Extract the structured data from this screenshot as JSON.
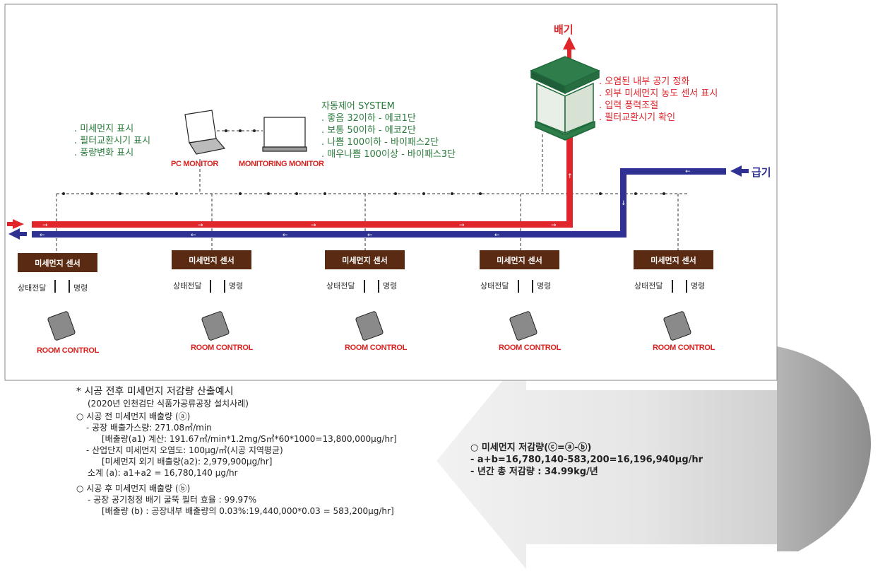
{
  "exhaust_label": "배기",
  "supply_label": "급기",
  "unit_notes": [
    ". 오염된 내부 공기 정화",
    ". 외부 미세먼지 농도 센서 표시",
    ". 입력 풍력조절",
    ". 필터교환시기 확인"
  ],
  "auto_control": {
    "title": "자동제어 SYSTEM",
    "levels": [
      ". 좋음  32이하 - 에코1단",
      ". 보통  50이하 - 에코2단",
      ". 나쁨 100이하 - 바이패스2단",
      ". 매우나쁨 100이상 - 바이패스3단"
    ]
  },
  "pc_notes": [
    ". 미세먼지 표시",
    ". 필터교환시기 표시",
    ". 풍량변화 표시"
  ],
  "pc_monitor_label": "PC MONITOR",
  "monitoring_monitor_label": "MONITORING MONITOR",
  "sensors": [
    {
      "label": "미세먼지 센서",
      "status": "상태전달",
      "command": "명령",
      "room": "ROOM CONTROL"
    },
    {
      "label": "미세먼지 센서",
      "status": "상태전달",
      "command": "명령",
      "room": "ROOM CONTROL"
    },
    {
      "label": "미세먼지 센서",
      "status": "상태전달",
      "command": "명령",
      "room": "ROOM CONTROL"
    },
    {
      "label": "미세먼지 센서",
      "status": "상태전달",
      "command": "명령",
      "room": "ROOM CONTROL"
    },
    {
      "label": "미세먼지 센서",
      "status": "상태전달",
      "command": "명령",
      "room": "ROOM CONTROL"
    }
  ],
  "calc": {
    "title": "* 시공 전후 미세먼지 저감량 산출예시",
    "subtitle": "(2020년 인천검단 식품가공류공장 설치사례)",
    "before_title": "○ 시공 전 미세먼지 배출량 (ⓐ)",
    "b1": "-  공장 배출가스량: 271.08㎥/min",
    "b1_detail": "[배출량(a1) 계산: 191.67㎥/min*1.2mg/S㎥*60*1000=13,800,000μg/hr]",
    "b2": "-  산업단지 미세먼지 오염도: 100μg/㎥(시공 지역평균)",
    "b2_detail": "[미세먼지 외기 배출량(a2): 2,979,900μg/hr]",
    "subtotal": "소계 (a): a1+a2 = 16,780,140 μg/hr",
    "after_title": "○ 시공 후 미세먼지 배출량 (ⓑ)",
    "a1": "- 공장 공기청정 배기 굴뚝 필터 효율 : 99.97%",
    "a1_detail": "[배출량 (b) : 공장내부 배출량의 0.03%:19,440,000*0.03 = 583,200μg/hr]"
  },
  "summary": {
    "title": "○ 미세먼지 저감량(ⓒ=ⓐ-ⓑ)",
    "line1": " - a+b=16,780,140-583,200=16,196,940μg/hr",
    "line2": " - 년간 총 저감량 : 34.99kg/년"
  },
  "colors": {
    "exhaust": "#e0262b",
    "supply": "#2e3192",
    "sensor_box": "#5a2a12",
    "note_green": "#2a7a3c"
  }
}
